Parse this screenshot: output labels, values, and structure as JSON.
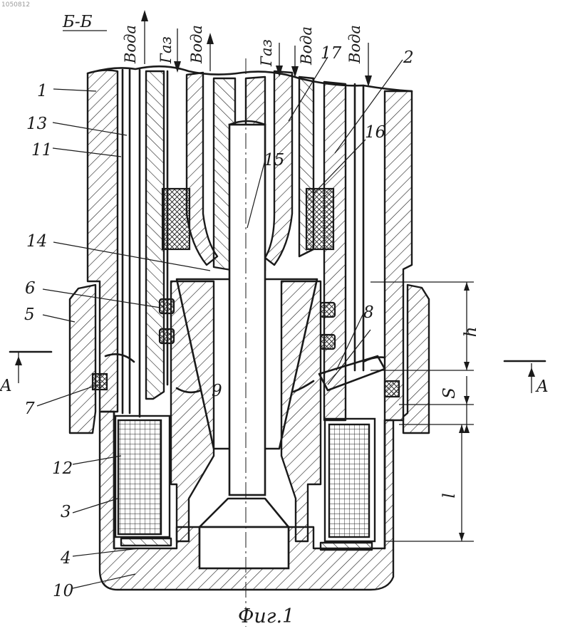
{
  "document_id": "1050812",
  "section_label": "Б-Б",
  "flows": {
    "water_1": "Вода",
    "gas_1": "Газ",
    "water_2": "Вода",
    "gas_2": "Газ",
    "water_3": "Вода",
    "water_4": "Вода"
  },
  "parts": {
    "p1": "1",
    "p2": "2",
    "p3": "3",
    "p4": "4",
    "p5": "5",
    "p6": "6",
    "p7": "7",
    "p8": "8",
    "p9": "9",
    "p10": "10",
    "p11": "11",
    "p12": "12",
    "p13": "13",
    "p14": "14",
    "p15": "15",
    "p16": "16",
    "p17": "17"
  },
  "dimensions": {
    "h": "h",
    "s": "S",
    "l": "l"
  },
  "section_marks": {
    "left": "A",
    "right": "A"
  },
  "caption": "Фиг.1"
}
